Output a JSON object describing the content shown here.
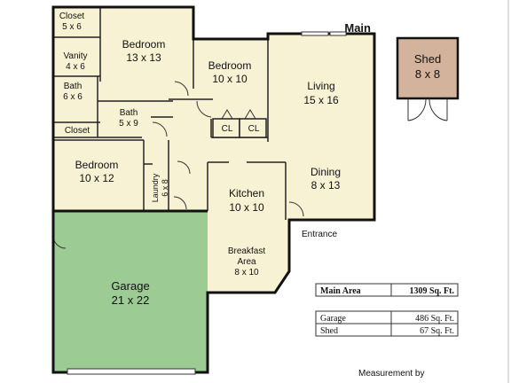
{
  "plan_title": "Main",
  "rooms": {
    "closet_top": {
      "name": "Closet",
      "size": "5 x 6"
    },
    "vanity": {
      "name": "Vanity",
      "size": "4 x 6"
    },
    "bath_left": {
      "name": "Bath",
      "size": "6 x 6"
    },
    "closet_small": {
      "name": "Closet"
    },
    "bedroom_master": {
      "name": "Bedroom",
      "size": "13 x 13"
    },
    "bath_mid": {
      "name": "Bath",
      "size": "5 x 9"
    },
    "bedroom_mid": {
      "name": "Bedroom",
      "size": "10 x 10"
    },
    "cl1": {
      "name": "CL"
    },
    "cl2": {
      "name": "CL"
    },
    "living": {
      "name": "Living",
      "size": "15 x 16"
    },
    "bedroom_low": {
      "name": "Bedroom",
      "size": "10 x 12"
    },
    "laundry": {
      "name": "Laundry",
      "size": "6 x 8"
    },
    "kitchen": {
      "name": "Kitchen",
      "size": "10 x 10"
    },
    "dining": {
      "name": "Dining",
      "size": "8 x 13"
    },
    "breakfast": {
      "name_line1": "Breakfast",
      "name_line2": "Area",
      "size": "8 x 10"
    },
    "garage": {
      "name": "Garage",
      "size": "21 x 22"
    },
    "shed": {
      "name": "Shed",
      "size": "8 x 8"
    }
  },
  "entrance_label": "Entrance",
  "area_table": {
    "main": {
      "label": "Main Area",
      "value": "1309 Sq. Ft."
    },
    "garage": {
      "label": "Garage",
      "value": "486 Sq. Ft."
    },
    "shed": {
      "label": "Shed",
      "value": "67 Sq. Ft."
    }
  },
  "footer": "Measurement by",
  "colors": {
    "floor": "#f7f2d4",
    "garage": "#9ccc94",
    "shed": "#d3b39c",
    "wall": "#111111"
  }
}
